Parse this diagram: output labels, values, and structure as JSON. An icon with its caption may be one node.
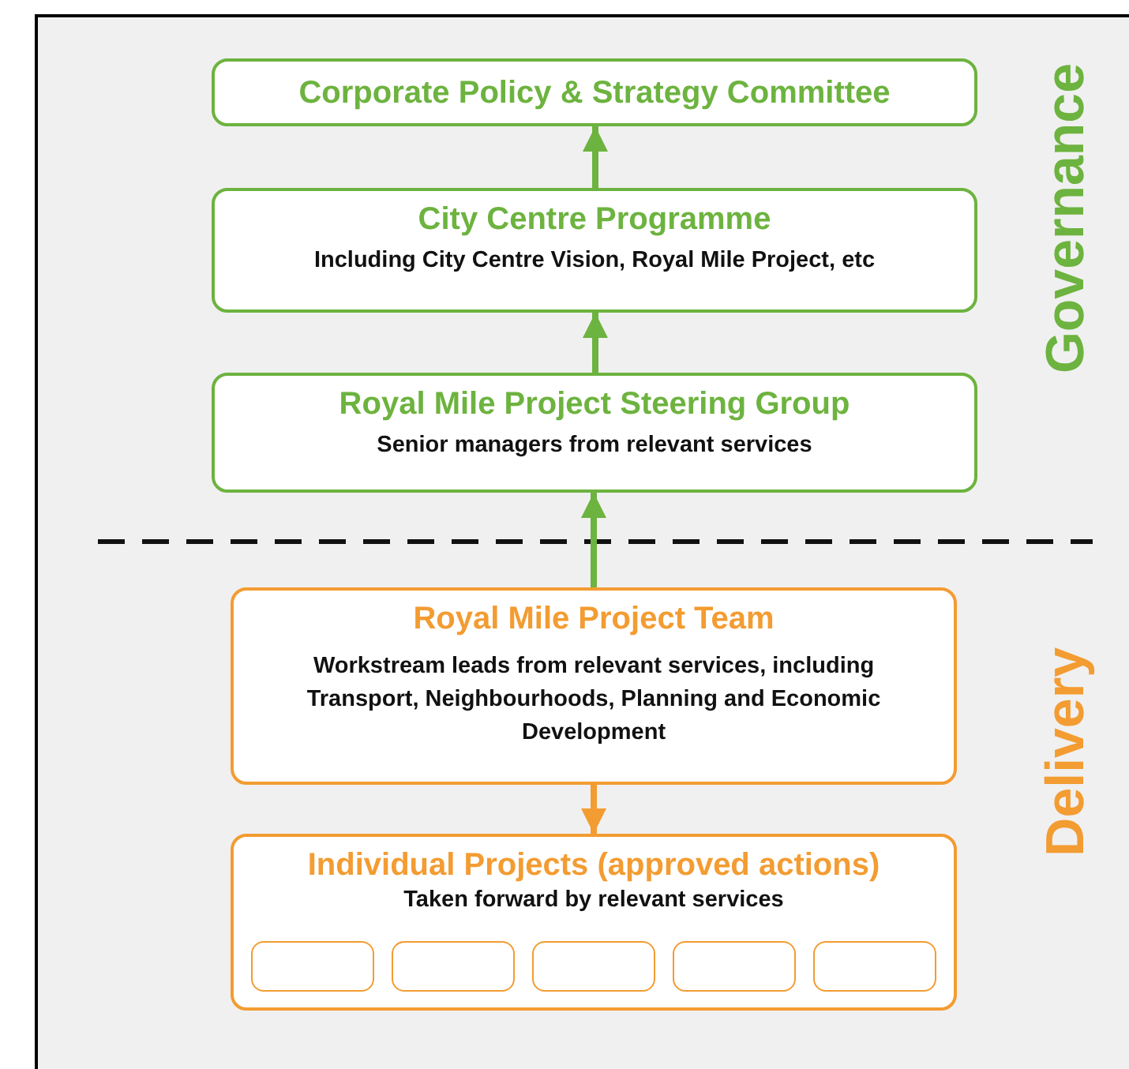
{
  "diagram": {
    "nodes": [
      {
        "text": [
          "Corporate Policy & Strategy Committee"
        ]
      },
      {
        "text": [
          "City Centre Programme",
          "Including City Centre Vision, Royal Mile Project, etc"
        ]
      },
      {
        "text": [
          "Royal Mile Project Steering Group",
          "Senior managers from relevant services"
        ]
      },
      {
        "text": [
          "Royal Mile Project Team",
          "Workstream leads from relevant services, including Transport, Neighbourhoods, Planning and Economic Development"
        ]
      },
      {
        "text": [
          "Individual Projects (approved actions)",
          "Taken forward by relevant services"
        ]
      },
      {
        "text": [],
        "shape": "box",
        "in": 4
      },
      {
        "text": [],
        "shape": "box",
        "in": 4
      },
      {
        "text": [],
        "shape": "box",
        "in": 4
      },
      {
        "text": [],
        "shape": "box",
        "in": 4
      },
      {
        "text": [],
        "shape": "box",
        "in": 4
      }
    ],
    "edges": [
      {
        "from": 1,
        "to": 0,
        "arrow": "to"
      },
      {
        "from": 2,
        "to": 1,
        "arrow": "to"
      },
      {
        "from": 3,
        "to": 2,
        "arrow": "to"
      },
      {
        "from": 3,
        "to": 4,
        "arrow": "to",
        "color": "#f39c32"
      }
    ],
    "labels": [
      "Governance",
      "Delivery"
    ]
  }
}
